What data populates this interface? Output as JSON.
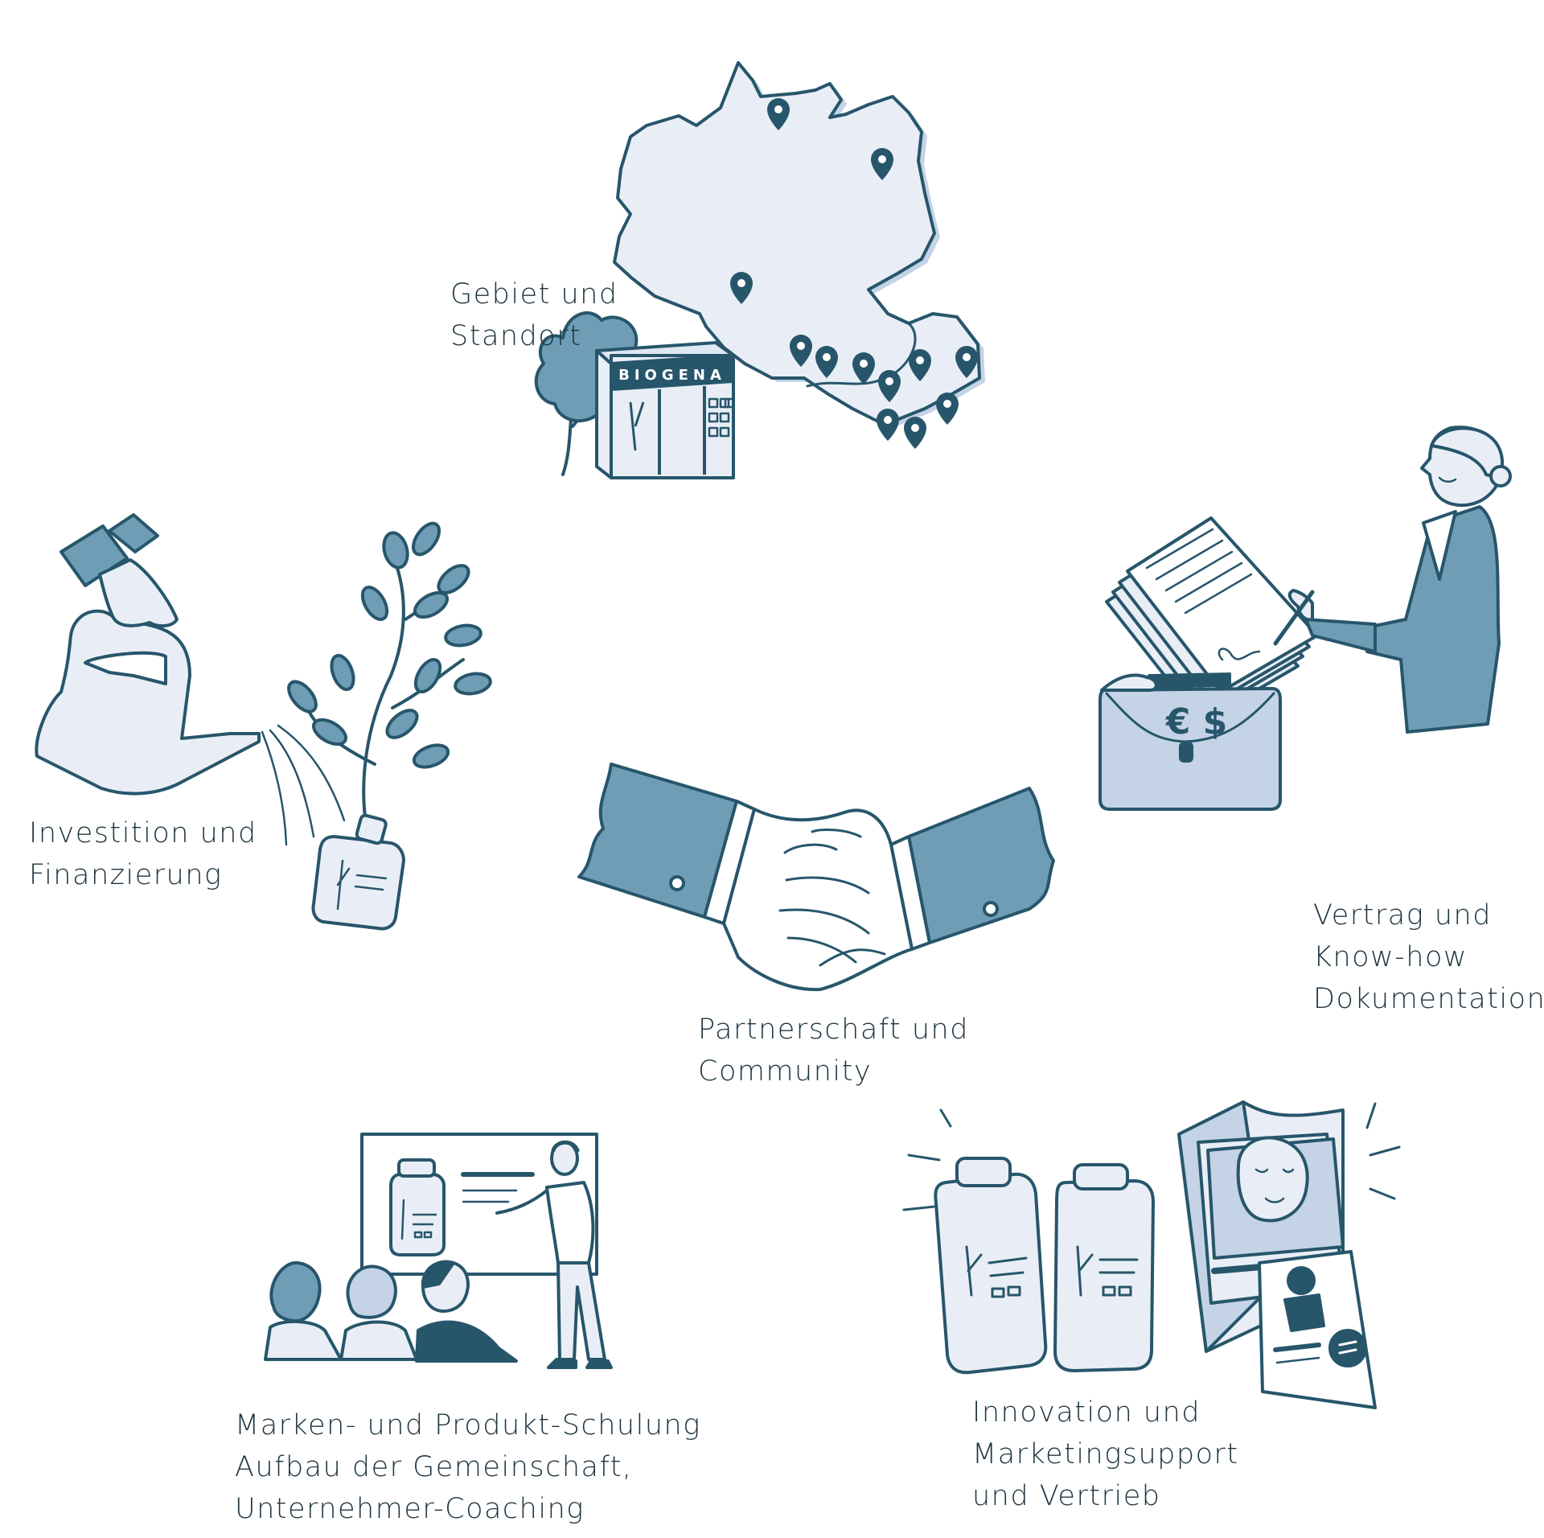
{
  "colors": {
    "ink": "#27566b",
    "fill_dark": "#6f9db6",
    "fill_light": "#e9eef6",
    "shadow": "#b9cbe0",
    "text": "#1e3440"
  },
  "items": [
    {
      "id": "gebiet",
      "icon": "map-store-icon",
      "lines": [
        "Gebiet und",
        "Standort"
      ],
      "sign": "BIOGENA"
    },
    {
      "id": "vertrag",
      "icon": "contract-signing-icon",
      "lines": [
        "Vertrag und",
        "Know-how",
        "Dokumentation"
      ],
      "currency": "€ $"
    },
    {
      "id": "innovation",
      "icon": "products-brochures-icon",
      "lines": [
        "Innovation und",
        "Marketingsupport",
        "und Vertrieb"
      ]
    },
    {
      "id": "schulung",
      "icon": "presentation-icon",
      "lines": [
        "Marken- und Produkt-Schulung",
        "Aufbau der Gemeinschaft,",
        "Unternehmer-Coaching"
      ]
    },
    {
      "id": "investition",
      "icon": "watering-can-plant-icon",
      "lines": [
        "Investition und",
        "Finanzierung"
      ]
    },
    {
      "id": "partnerschaft",
      "icon": "handshake-icon",
      "lines": [
        "Partnerschaft und",
        "Community"
      ]
    }
  ]
}
